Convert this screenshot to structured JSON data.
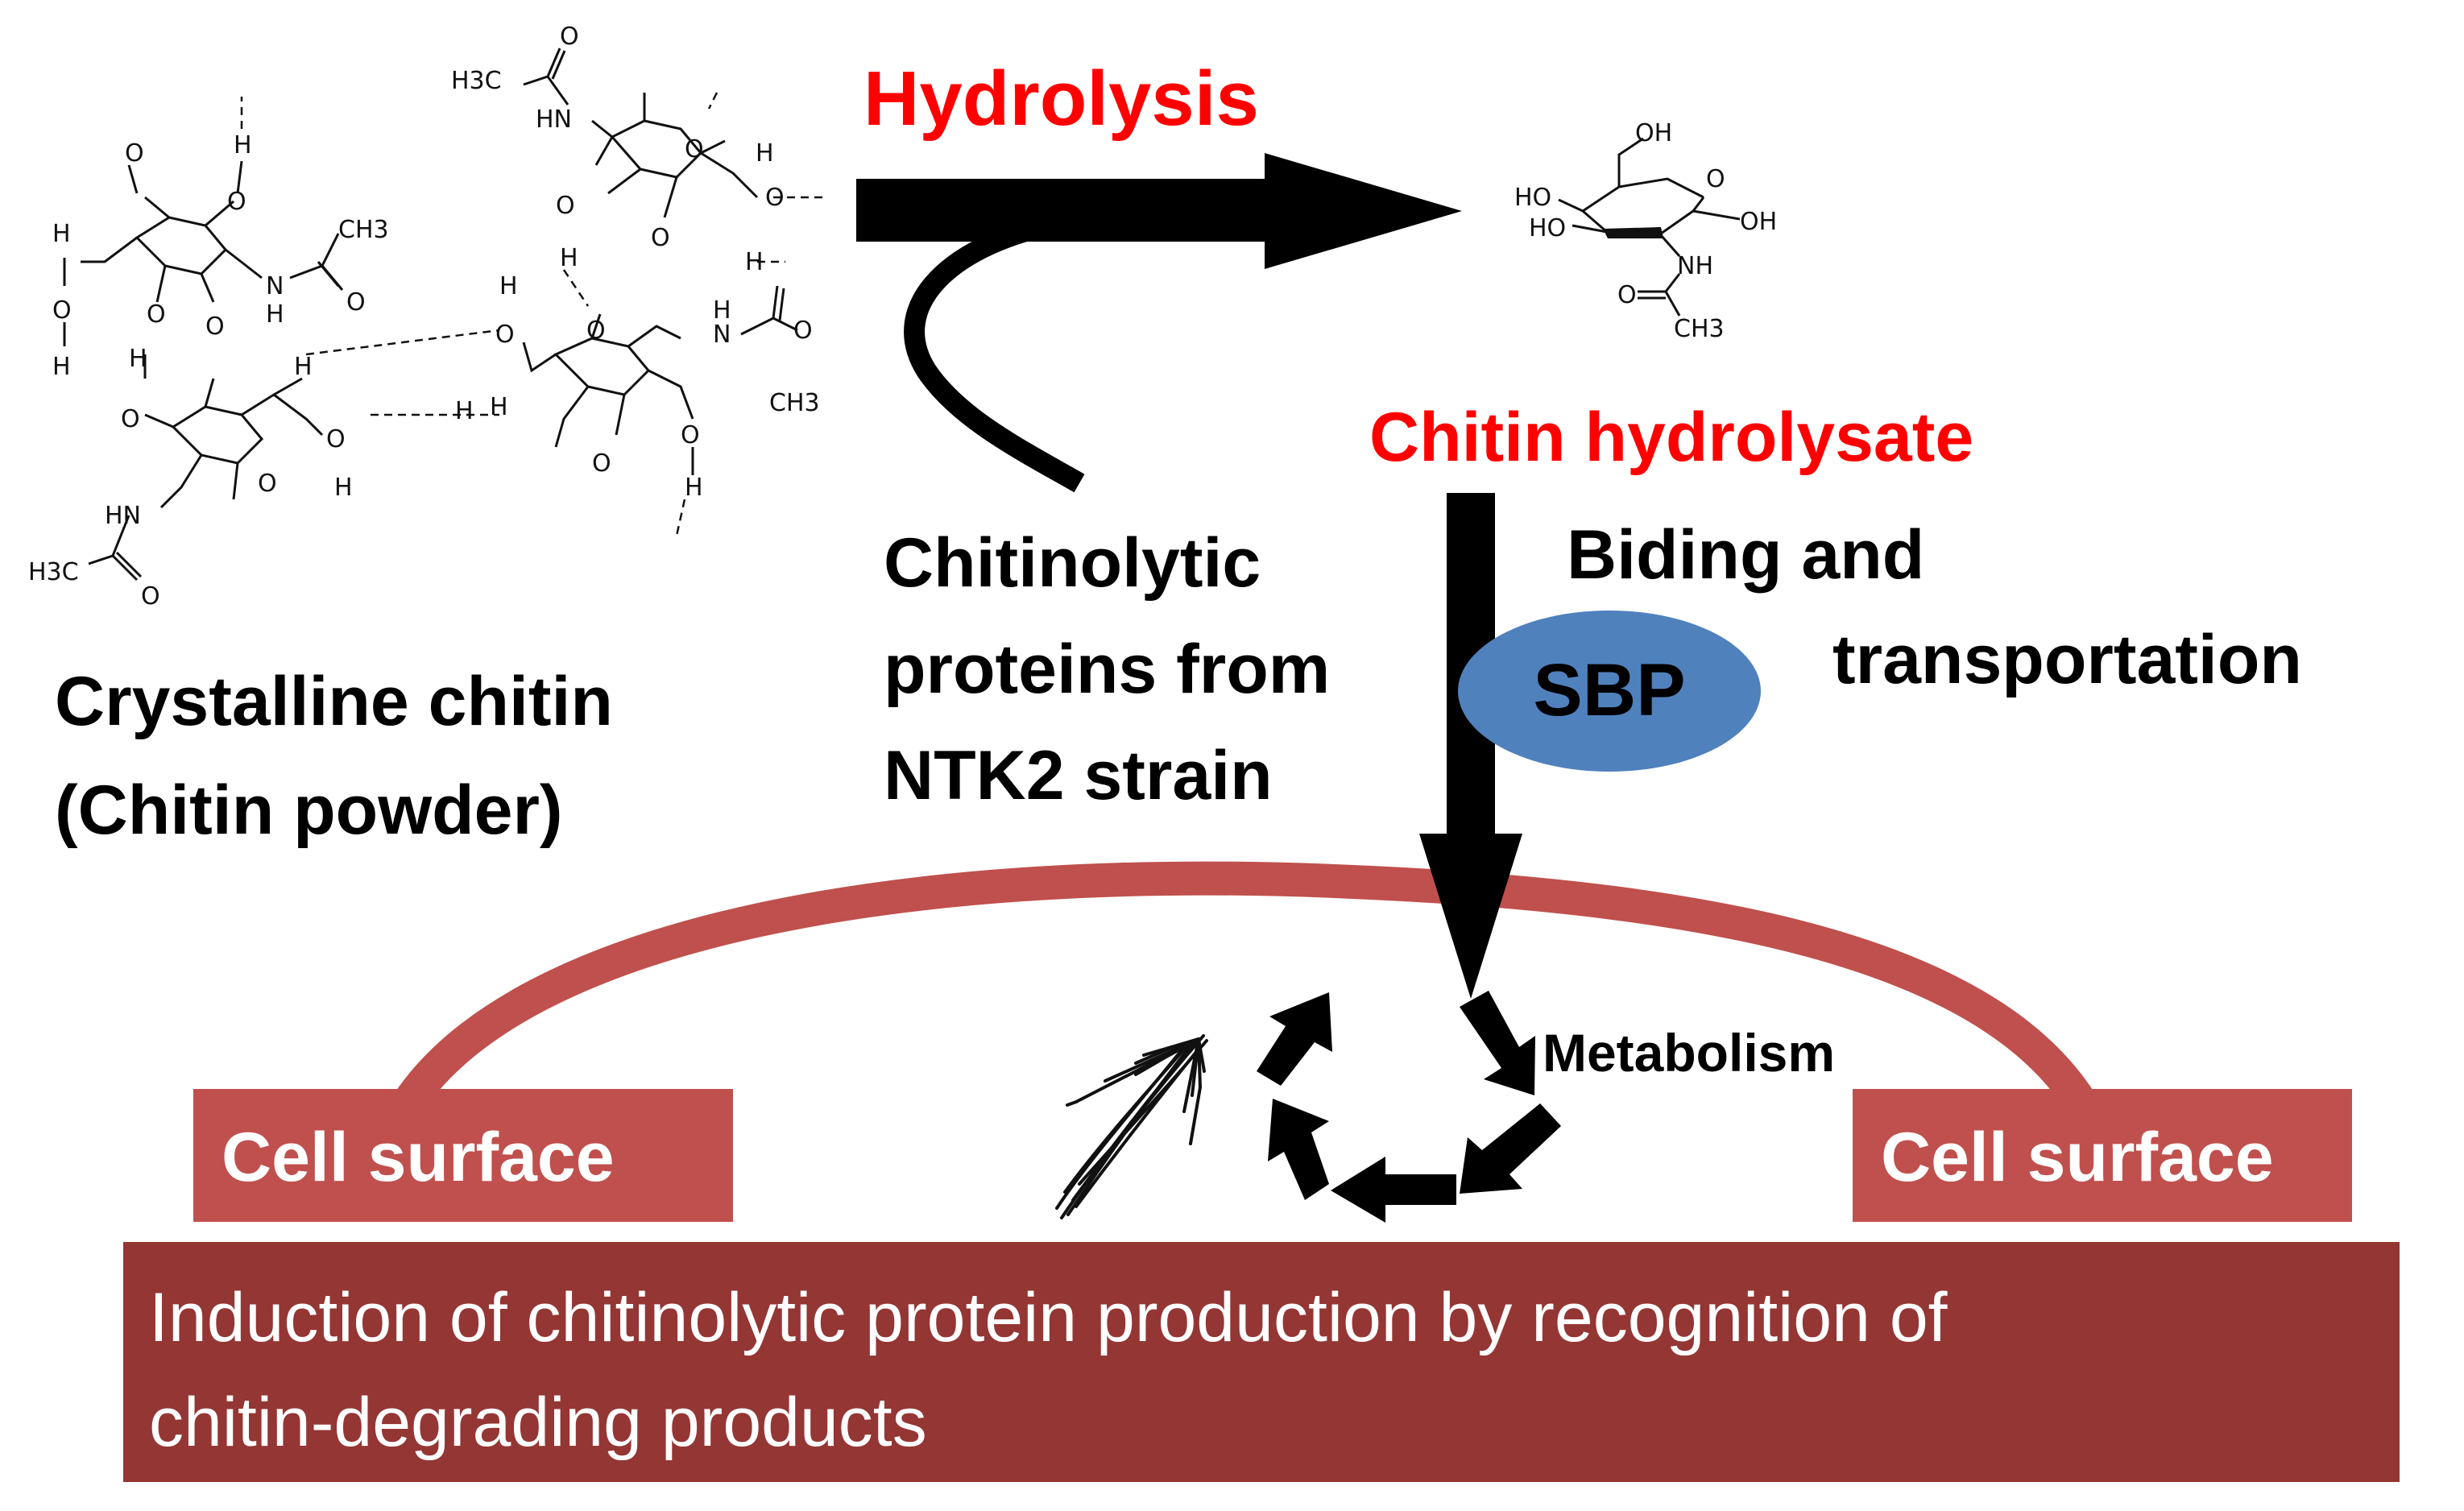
{
  "labels": {
    "hydrolysis": "Hydrolysis",
    "chitin_hydrolysate": "Chitin hydrolysate",
    "crystalline_chitin_line1": "Crystalline chitin",
    "crystalline_chitin_line2": "(Chitin powder)",
    "chitinolytic_line1": "Chitinolytic",
    "chitinolytic_line2": "proteins from",
    "chitinolytic_line3": "NTK2 strain",
    "biding_line1": "Biding and",
    "biding_line2": "transportation",
    "sbp": "SBP",
    "metabolism": "Metabolism",
    "cell_surface_left": "Cell surface",
    "cell_surface_right": "Cell surface",
    "induction_line1": "Induction of chitinolytic protein production by recognition of",
    "induction_line2": "chitin-degrading products"
  },
  "glcnac_atoms": {
    "oh_top": "OH",
    "ho_left1": "HO",
    "ho_left2": "HO",
    "ring_o": "O",
    "oh_right": "OH",
    "nh": "NH",
    "carbonyl_o": "O",
    "ch3": "CH3"
  },
  "chitin_atoms": {
    "h3c_top": "H3C",
    "hn_top": "HN",
    "o_carbonyl_top": "O",
    "ring_o_top": "O",
    "o_left_top": "O",
    "h_right_top": "H",
    "o_right_top": "O",
    "h_below_top": "H",
    "h_hb_top": "H",
    "o_glyco1": "O",
    "h_left_chain": "H",
    "o_left_chain": "O",
    "h_left_chain2": "H",
    "o_methoxy_left": "O",
    "h_top_left": "H",
    "o_top_left": "O",
    "ring_o_left": "O",
    "nh_left": "N",
    "h_left_n": "H",
    "o_carbonyl_left": "O",
    "ch3_left": "CH3",
    "o_glyco_left": "O",
    "h_ring_left": "H",
    "o_ring_left2": "O",
    "h_mid": "H",
    "o_mid": "O",
    "h_mid2": "H",
    "ring_o_left2": "O",
    "hn_bottom": "HN",
    "h3c_bottom": "H3C",
    "o_carbonyl_bottom": "O",
    "h_right_mid": "H",
    "o_right_mid": "O",
    "h_right_mid2": "H",
    "ring_o_right": "O",
    "n_right": "N",
    "h_n_right": "H",
    "o_carbonyl_right": "O",
    "ch3_right": "CH3",
    "o_methoxy_right": "O",
    "o_right_bottom": "O",
    "h_right_bottom": "H",
    "h_hb_right": "H"
  },
  "colors": {
    "red_text": "#ff0000",
    "membrane": "#c0504d",
    "cell_surface_box": "#c0504d",
    "induction_box": "#943634",
    "sbp_fill": "#4f81bd",
    "arrow": "#000000"
  }
}
